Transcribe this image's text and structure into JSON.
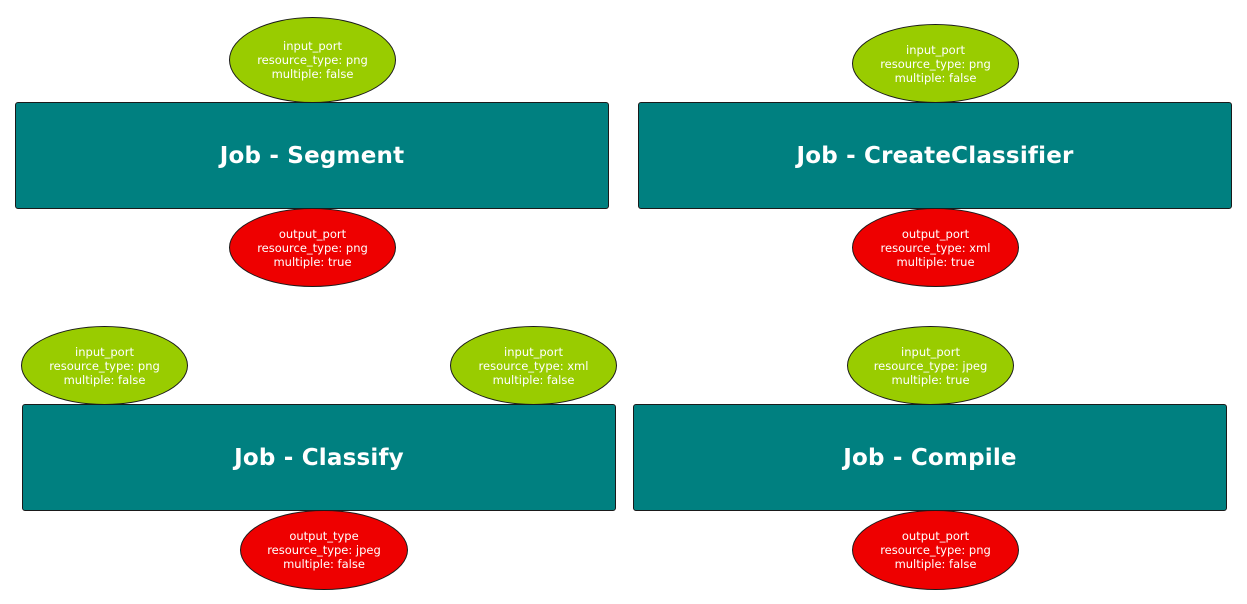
{
  "colors": {
    "job": "#008080",
    "input_port": "#99cc00",
    "output_port": "#ee0000"
  },
  "jobs": {
    "segment": "Job - Segment",
    "create_classifier": "Job - CreateClassifier",
    "classify": "Job - Classify",
    "compile": "Job - Compile"
  },
  "ports": {
    "segment_in": {
      "name": "input_port",
      "type": "resource_type: png",
      "multiple": "multiple: false"
    },
    "segment_out": {
      "name": "output_port",
      "type": "resource_type: png",
      "multiple": "multiple: true"
    },
    "cc_in": {
      "name": "input_port",
      "type": "resource_type: png",
      "multiple": "multiple: false"
    },
    "cc_out": {
      "name": "output_port",
      "type": "resource_type: xml",
      "multiple": "multiple: true"
    },
    "classify_in1": {
      "name": "input_port",
      "type": "resource_type: png",
      "multiple": "multiple: false"
    },
    "classify_in2": {
      "name": "input_port",
      "type": "resource_type: xml",
      "multiple": "multiple: false"
    },
    "classify_out": {
      "name": "output_type",
      "type": "resource_type: jpeg",
      "multiple": "multiple: false"
    },
    "compile_in": {
      "name": "input_port",
      "type": "resource_type: jpeg",
      "multiple": "multiple: true"
    },
    "compile_out": {
      "name": "output_port",
      "type": "resource_type: png",
      "multiple": "multiple: false"
    }
  }
}
